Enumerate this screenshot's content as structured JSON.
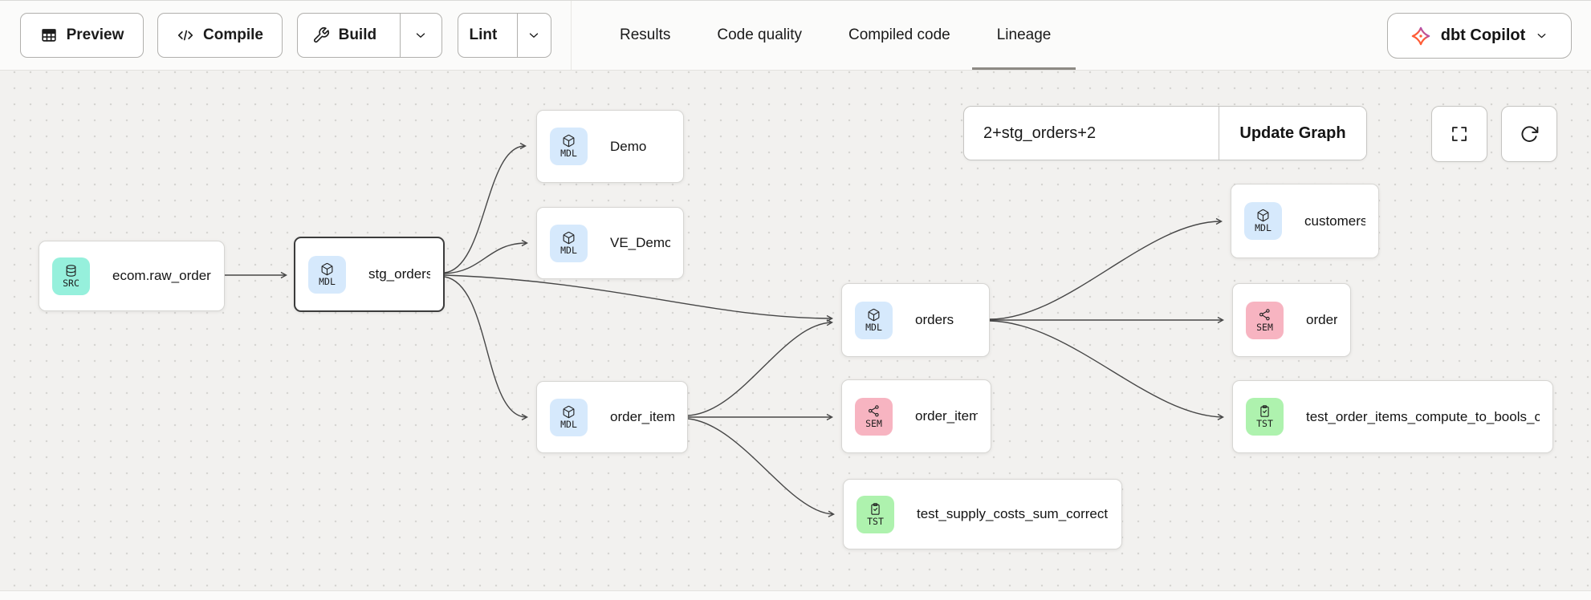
{
  "header": {
    "toolbar": {
      "preview_label": "Preview",
      "compile_label": "Compile",
      "build_label": "Build",
      "lint_label": "Lint"
    },
    "tabs": [
      {
        "label": "Results",
        "active": false
      },
      {
        "label": "Code quality",
        "active": false
      },
      {
        "label": "Compiled code",
        "active": false
      },
      {
        "label": "Lineage",
        "active": true
      }
    ],
    "copilot_label": "dbt Copilot"
  },
  "canvas": {
    "selector_value": "2+stg_orders+2",
    "update_button_label": "Update Graph"
  },
  "lineage": {
    "nodes": [
      {
        "id": "ecom.raw_orders",
        "label": "ecom.raw_orders",
        "type": "SRC",
        "icon": "database-icon",
        "selected": false
      },
      {
        "id": "stg_orders",
        "label": "stg_orders",
        "type": "MDL",
        "icon": "cube-icon",
        "selected": true
      },
      {
        "id": "Demo",
        "label": "Demo",
        "type": "MDL",
        "icon": "cube-icon",
        "selected": false
      },
      {
        "id": "VE_Demo",
        "label": "VE_Demo",
        "type": "MDL",
        "icon": "cube-icon",
        "selected": false
      },
      {
        "id": "orders_model",
        "label": "orders",
        "type": "MDL",
        "icon": "cube-icon",
        "selected": false
      },
      {
        "id": "order_items",
        "label": "order_items",
        "type": "MDL",
        "icon": "cube-icon",
        "selected": false
      },
      {
        "id": "customers",
        "label": "customers",
        "type": "MDL",
        "icon": "cube-icon",
        "selected": false
      },
      {
        "id": "orders_semantic",
        "label": "orders",
        "type": "SEM",
        "icon": "semantic-graph-icon",
        "selected": false
      },
      {
        "id": "order_item",
        "label": "order_item",
        "type": "SEM",
        "icon": "semantic-graph-icon",
        "selected": false
      },
      {
        "id": "test_order_items",
        "label": "test_order_items_compute_to_bools_c...",
        "type": "TST",
        "icon": "clipboard-check-icon",
        "selected": false
      },
      {
        "id": "test_supply_costs",
        "label": "test_supply_costs_sum_correctly",
        "type": "TST",
        "icon": "clipboard-check-icon",
        "selected": false
      }
    ],
    "edges": [
      [
        "ecom.raw_orders",
        "stg_orders"
      ],
      [
        "stg_orders",
        "Demo"
      ],
      [
        "stg_orders",
        "VE_Demo"
      ],
      [
        "stg_orders",
        "orders_model"
      ],
      [
        "stg_orders",
        "order_items"
      ],
      [
        "order_items",
        "orders_model"
      ],
      [
        "order_items",
        "order_item"
      ],
      [
        "order_items",
        "test_supply_costs"
      ],
      [
        "orders_model",
        "customers"
      ],
      [
        "orders_model",
        "orders_semantic"
      ],
      [
        "orders_model",
        "test_order_items"
      ]
    ],
    "type_colors": {
      "SRC": "#96f0dc",
      "MDL": "#d6e9fc",
      "SEM": "#f7b4c1",
      "TST": "#aef2ae"
    }
  },
  "colors": {
    "active_tab_underline": "#8d8a84",
    "edge": "#474747",
    "canvas_bg": "#f2f1ef"
  }
}
